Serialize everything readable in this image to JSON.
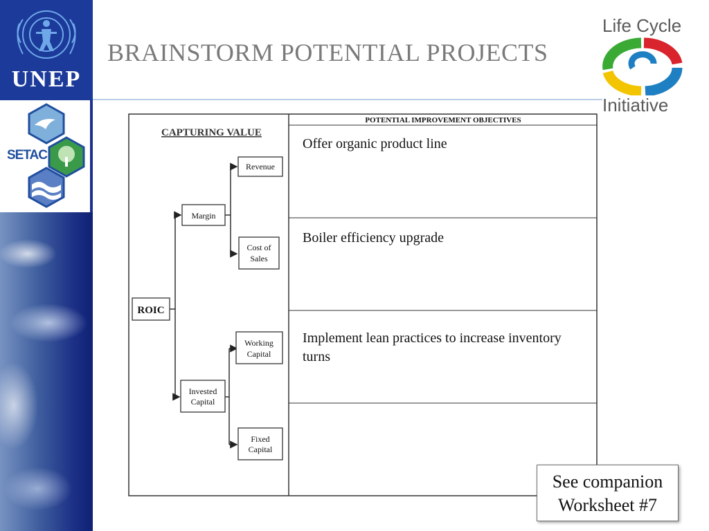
{
  "slide": {
    "title": "BRAINSTORM POTENTIAL PROJECTS"
  },
  "logos": {
    "unep": "UNEP",
    "setac": "SETAC",
    "lci_line1": "Life Cycle",
    "lci_line2": "Initiative"
  },
  "diagram": {
    "section_heading": "CAPTURING VALUE",
    "table_header": "POTENTIAL IMPROVEMENT OBJECTIVES",
    "nodes": {
      "roic": "ROIC",
      "margin": "Margin",
      "revenue": "Revenue",
      "cost_of_sales_line1": "Cost of",
      "cost_of_sales_line2": "Sales",
      "invested_capital_line1": "Invested",
      "invested_capital_line2": "Capital",
      "working_capital_line1": "Working",
      "working_capital_line2": "Capital",
      "fixed_capital_line1": "Fixed",
      "fixed_capital_line2": "Capital"
    },
    "objectives": [
      "Offer organic product line",
      "Boiler efficiency upgrade",
      "Implement lean practices to increase inventory turns",
      ""
    ]
  },
  "callout": {
    "line1": "See companion",
    "line2": "Worksheet #7"
  },
  "colors": {
    "unep_blue": "#1b3a9a",
    "title_gray": "#7a7a7a",
    "lci_green": "#3aaa35",
    "lci_yellow": "#f2c500",
    "lci_red": "#d9232d",
    "lci_blue": "#1e7fc2"
  }
}
